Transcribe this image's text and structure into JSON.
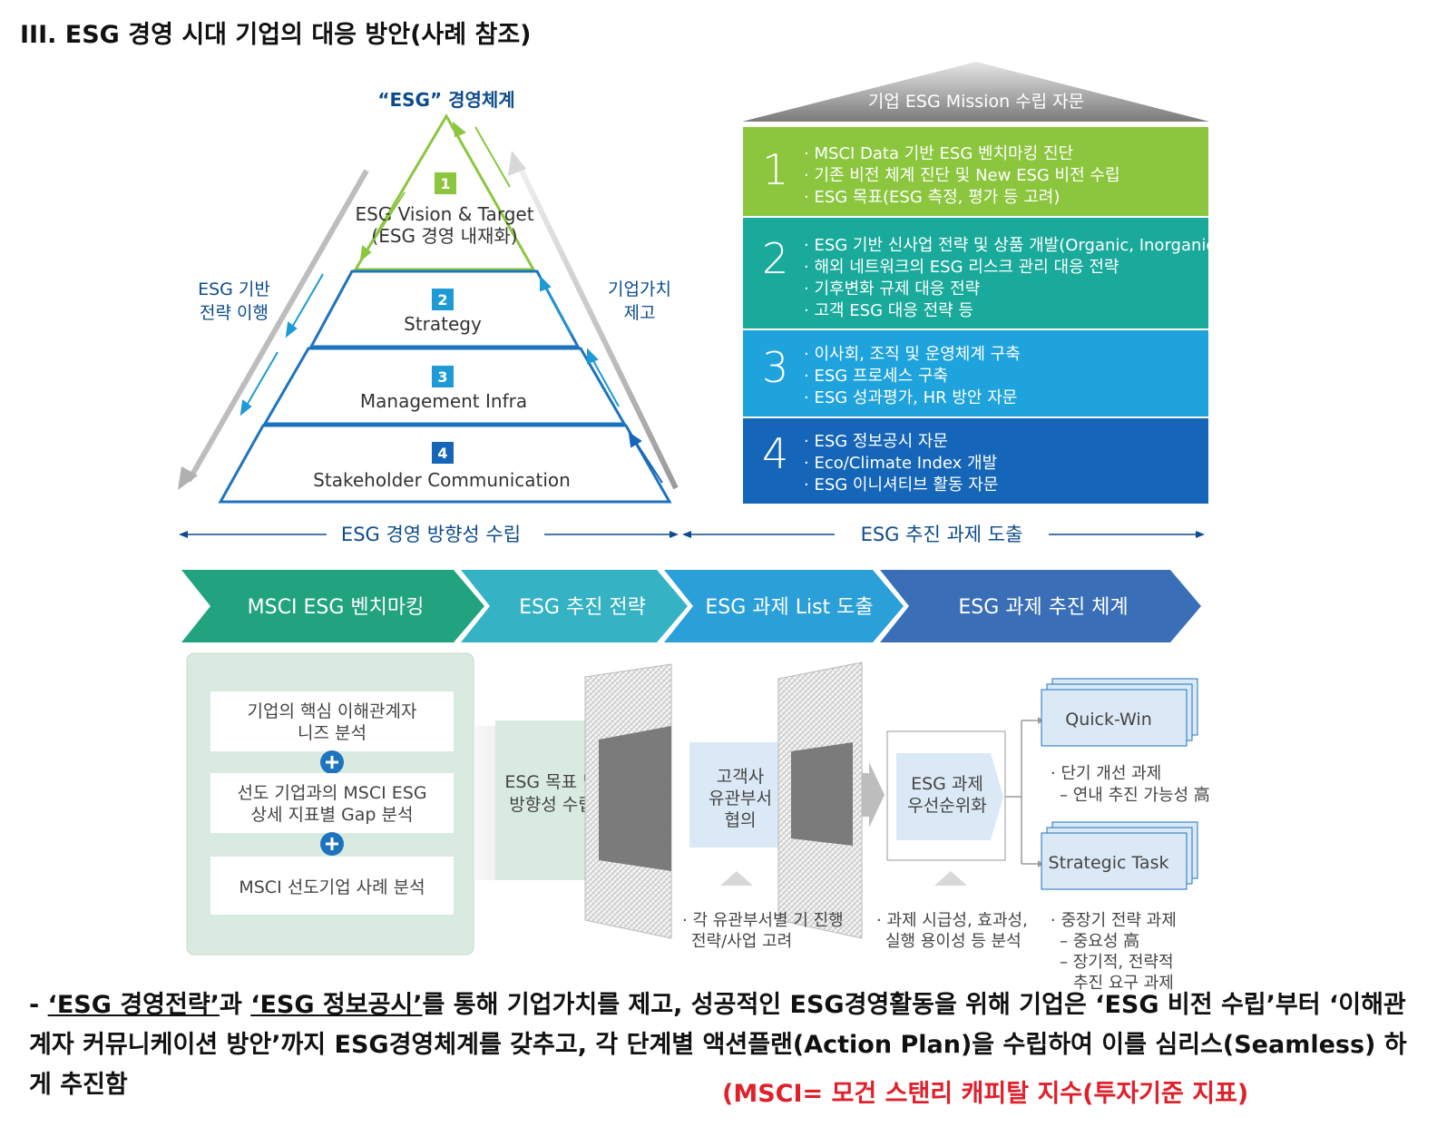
{
  "page_title": "III. ESG 경영 시대 기업의 대응 방안(사례 참조)",
  "pyramid": {
    "title": "“ESG” 경영체계",
    "levels": [
      {
        "num": "1",
        "line1": "ESG Vision & Target",
        "line2": "(ESG 경영 내재화)"
      },
      {
        "num": "2",
        "line1": "Strategy",
        "line2": ""
      },
      {
        "num": "3",
        "line1": "Management Infra",
        "line2": ""
      },
      {
        "num": "4",
        "line1": "Stakeholder Communication",
        "line2": ""
      }
    ],
    "left_label": [
      "ESG 기반",
      "전략 이행"
    ],
    "right_label": [
      "기업가치",
      "제고"
    ]
  },
  "mission": {
    "title": "기업 ESG Mission 수립 자문",
    "bands": [
      {
        "num": "1",
        "color": "#8cc63f",
        "items": [
          "· MSCI Data 기반 ESG 벤치마킹 진단",
          "· 기존 비전 체계 진단 및 New ESG 비전 수립",
          "· ESG 목표(ESG 측정, 평가 등 고려)"
        ]
      },
      {
        "num": "2",
        "color": "#1aaa9b",
        "items": [
          "· ESG 기반 신사업 전략 및 상품 개발(Organic, Inorganic)",
          "· 해외 네트워크의 ESG 리스크 관리 대응 전략",
          "· 기후변화 규제 대응 전략",
          "· 고객 ESG 대응 전략 등"
        ]
      },
      {
        "num": "3",
        "color": "#1fa3dc",
        "items": [
          "· 이사회, 조직 및 운영체계 구축",
          "· ESG 프로세스 구축",
          "· ESG 성과평가, HR 방안 자문"
        ]
      },
      {
        "num": "4",
        "color": "#1565b8",
        "items": [
          "· ESG 정보공시 자문",
          "· Eco/Climate Index 개발",
          "· ESG 이니셔티브 활동 자문"
        ]
      }
    ]
  },
  "phases": {
    "left": "ESG 경영 방향성 수립",
    "right": "ESG 추진 과제 도출"
  },
  "stages": [
    {
      "label": "MSCI ESG 벤치마킹",
      "color": "#22a37f"
    },
    {
      "label": "ESG 추진 전략",
      "color": "#35b3c4"
    },
    {
      "label": "ESG 과제 List 도출",
      "color": "#2b9fd8"
    },
    {
      "label": "ESG 과제 추진 체계",
      "color": "#3a6fb8"
    }
  ],
  "process": {
    "left_boxes": [
      "기업의 핵심 이해관계자",
      "니즈 분석",
      "선도 기업과의 MSCI ESG",
      "상세 지표별 Gap 분석",
      "MSCI 선도기업 사례 분석"
    ],
    "goal_box": [
      "ESG 목표 및",
      "방향성 수립"
    ],
    "consult_box": [
      "고객사",
      "유관부서",
      "협의"
    ],
    "priority_box": [
      "ESG 과제",
      "우선순위화"
    ],
    "quick_win": "Quick-Win",
    "strategic_task": "Strategic Task",
    "quick_win_notes": [
      "· 단기 개선 과제",
      "– 연내 추진 가능성 高"
    ],
    "strategic_notes": [
      "· 중장기 전략 과제",
      "– 중요성 高",
      "– 장기적, 전략적",
      "추진 요구 과제"
    ],
    "consult_notes": [
      "· 각 유관부서별 기 진행",
      "전략/사업 고려"
    ],
    "priority_notes": [
      "· 과제 시급성, 효과성,",
      "실행 용이성 등 분석"
    ]
  },
  "footer": {
    "part1": "- ",
    "u1": "‘ESG 경영전략’",
    "part2": "과 ",
    "u2": "‘ESG 정보공시’",
    "part3": "를 통해 기업가치를 제고, 성공적인 ESG경영활동을 위해 기업은 ‘ESG 비전 수립’부터 ‘이해관계자 커뮤니케이션 방안’까지 ESG경영체계를 갖추고, 각 단계별 액션플랜(Action Plan)을 수립하여 이를 심리스(Seamless) 하게 추진",
    "overlap": "함",
    "red_note": "(MSCI= 모건 스탠리 캐피탈 지수(투자기준 지표)"
  },
  "colors": {
    "accent_blue": "#0d4c8c",
    "pyramid_green": "#8cc63f",
    "pyramid_blue": "#1e73be",
    "red": "#e0202a"
  }
}
